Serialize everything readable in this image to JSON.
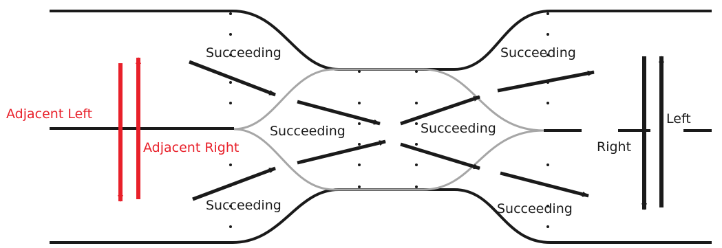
{
  "colors": {
    "road": "#1a1a1a",
    "lane_curve": "#a6a6a6",
    "arrow": "#1a1a1a",
    "adjacent": "#e8202a"
  },
  "labels": {
    "succeeding_top_left": "Succeeding",
    "succeeding_top_right": "Succeeding",
    "succeeding_mid_left": "Succeeding",
    "succeeding_mid_right": "Succeeding",
    "succeeding_bottom_left": "Succeeding",
    "succeeding_bottom_right": "Succeeding",
    "adjacent_left": "Adjacent Left",
    "adjacent_right": "Adjacent Right",
    "left": "Left",
    "right": "Right"
  }
}
